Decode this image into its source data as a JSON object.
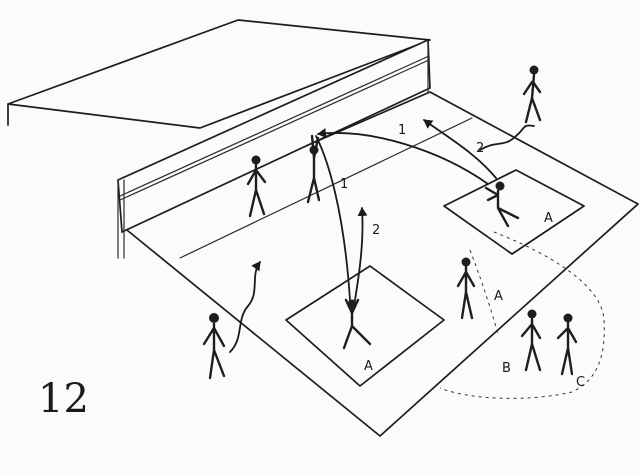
{
  "figure_number": "12",
  "arrow_labels": {
    "top_1": "1",
    "top_2": "2",
    "mid_1": "1",
    "mid_2": "2"
  },
  "player_labels": {
    "square_right": "A",
    "square_left": "A",
    "side_a": "A",
    "side_b": "B",
    "side_c": "C"
  }
}
